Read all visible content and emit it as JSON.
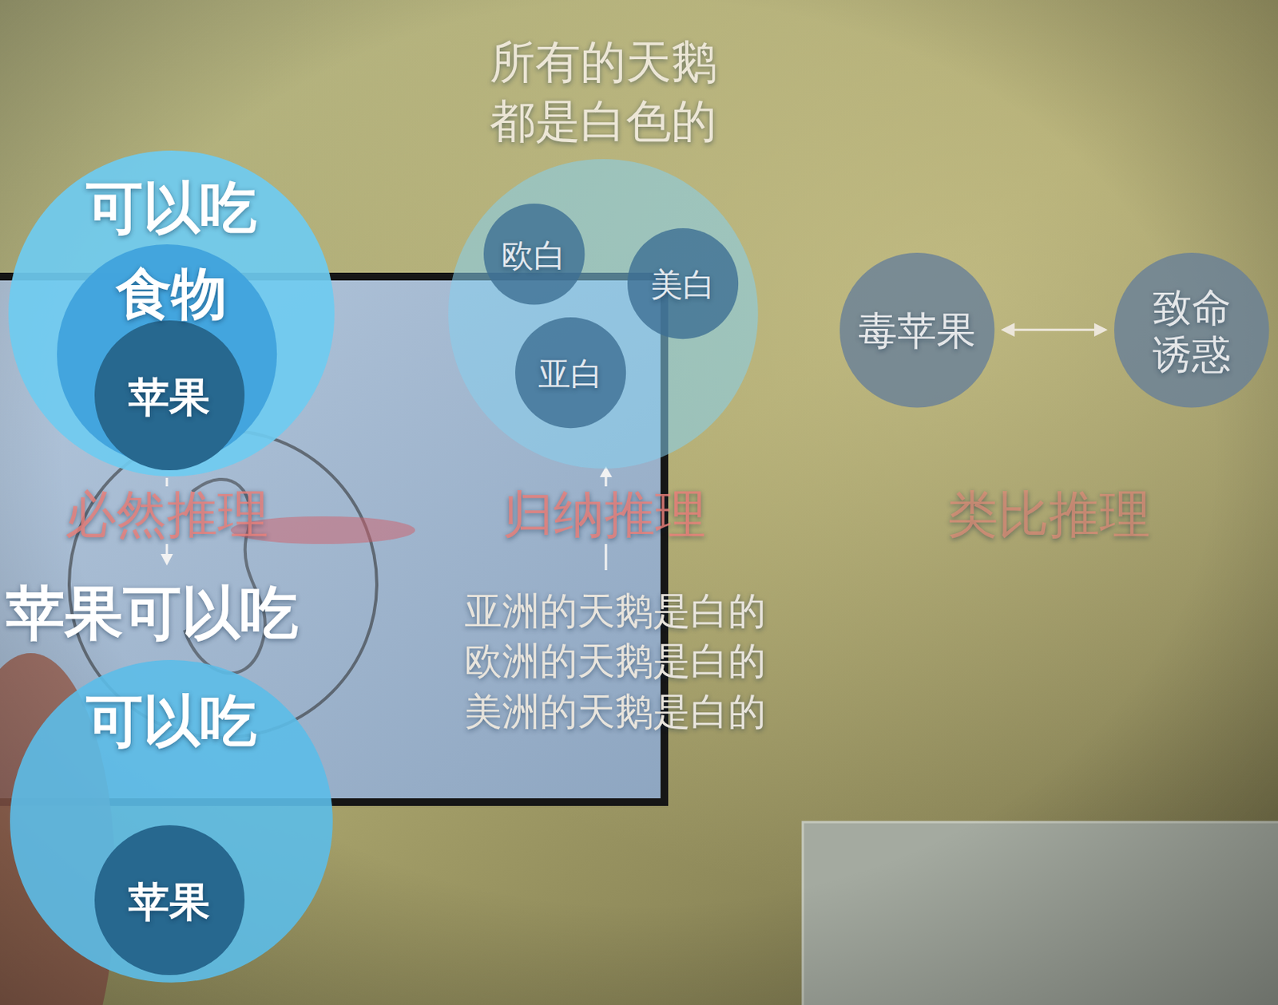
{
  "diagram": {
    "nodes": [
      {
        "text": [
          "可以吃"
        ]
      },
      {
        "text": [
          "食物"
        ],
        "in": 0
      },
      {
        "text": [
          "苹果"
        ],
        "in": 1
      },
      {
        "text": [
          "所有的天鹅 都是白色的"
        ]
      },
      {
        "text": [
          "欧白"
        ],
        "in": 3
      },
      {
        "text": [
          "美白"
        ],
        "in": 3
      },
      {
        "text": [
          "亚白"
        ],
        "in": 3
      },
      {
        "text": [
          "毒苹果"
        ]
      },
      {
        "text": [
          "致命 诱惑"
        ]
      },
      {
        "text": [
          "可以吃"
        ]
      },
      {
        "text": [
          "苹果"
        ],
        "in": 9
      }
    ],
    "edges": [
      {
        "from": 7,
        "to": 8,
        "arrow": "both"
      }
    ],
    "labels": [
      "必然推理",
      "苹果可以吃",
      "归纳推理",
      "亚洲的天鹅是白的",
      "欧洲的天鹅是白的",
      "美洲的天鹅是白的",
      "类比推理"
    ]
  }
}
